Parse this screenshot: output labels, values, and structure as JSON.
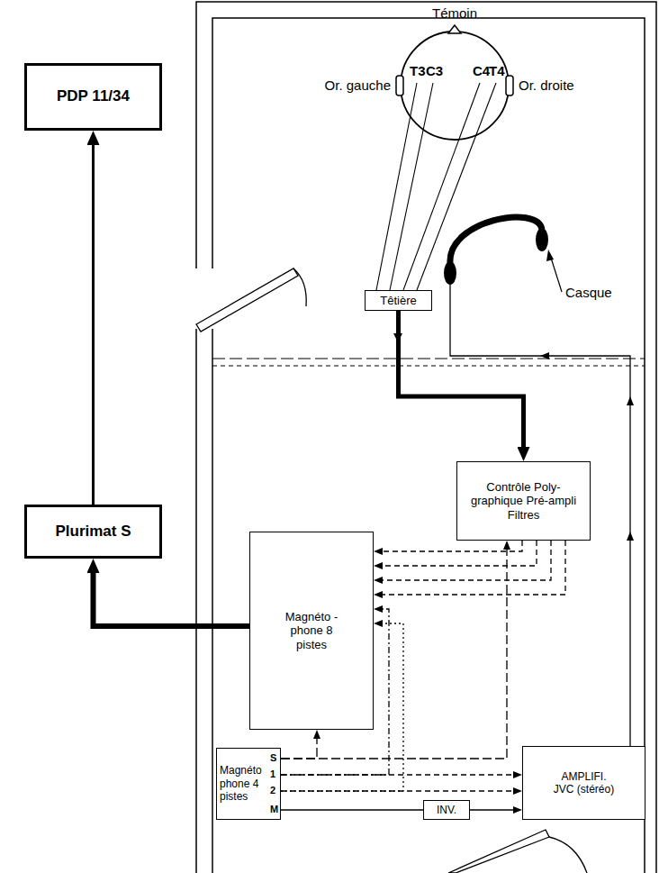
{
  "diagram": {
    "nodes": [
      {
        "text": [
          "PDP 11/34"
        ]
      },
      {
        "text": [
          "Têtière"
        ]
      },
      {
        "text": [
          "Plurimat S"
        ]
      },
      {
        "text": [
          "Contrôle Poly- graphique Pré-ampli Filtres"
        ]
      },
      {
        "text": [
          "Magnéto -phone 8 pistes"
        ]
      },
      {
        "text": [
          "Magnéto phone 4 pistes"
        ]
      },
      {
        "text": [
          "INV."
        ]
      },
      {
        "text": [
          "AMPLIFI. JVC (stéréo)"
        ]
      }
    ],
    "edges": [
      {
        "from": 2,
        "to": 0,
        "arrow": "to"
      },
      {
        "from": 4,
        "to": 2,
        "arrow": "to"
      },
      {
        "from": 1,
        "to": 3,
        "arrow": "to"
      },
      {
        "from": 3,
        "to": 4,
        "arrow": "to"
      },
      {
        "from": 3,
        "to": 4,
        "arrow": "to"
      },
      {
        "from": 3,
        "to": 4,
        "arrow": "to"
      },
      {
        "from": 3,
        "to": 4,
        "arrow": "to"
      },
      {
        "from": 5,
        "to": 3,
        "arrow": "to"
      },
      {
        "from": 5,
        "to": 4,
        "arrow": "to"
      },
      {
        "from": 5,
        "to": 4,
        "arrow": "to"
      },
      {
        "from": 5,
        "to": 4,
        "arrow": "to"
      },
      {
        "from": 5,
        "to": 7,
        "arrow": "to"
      },
      {
        "from": 5,
        "to": 7,
        "arrow": "to"
      },
      {
        "from": 5,
        "to": 6,
        "arrow": "none"
      },
      {
        "from": 6,
        "to": 7,
        "arrow": "to"
      }
    ],
    "labels": [
      "Témoin",
      "Or. gauche",
      "T3",
      "C3",
      "C4",
      "T4",
      "Or. droite",
      "Casque",
      "S",
      "1",
      "2",
      "M"
    ]
  }
}
